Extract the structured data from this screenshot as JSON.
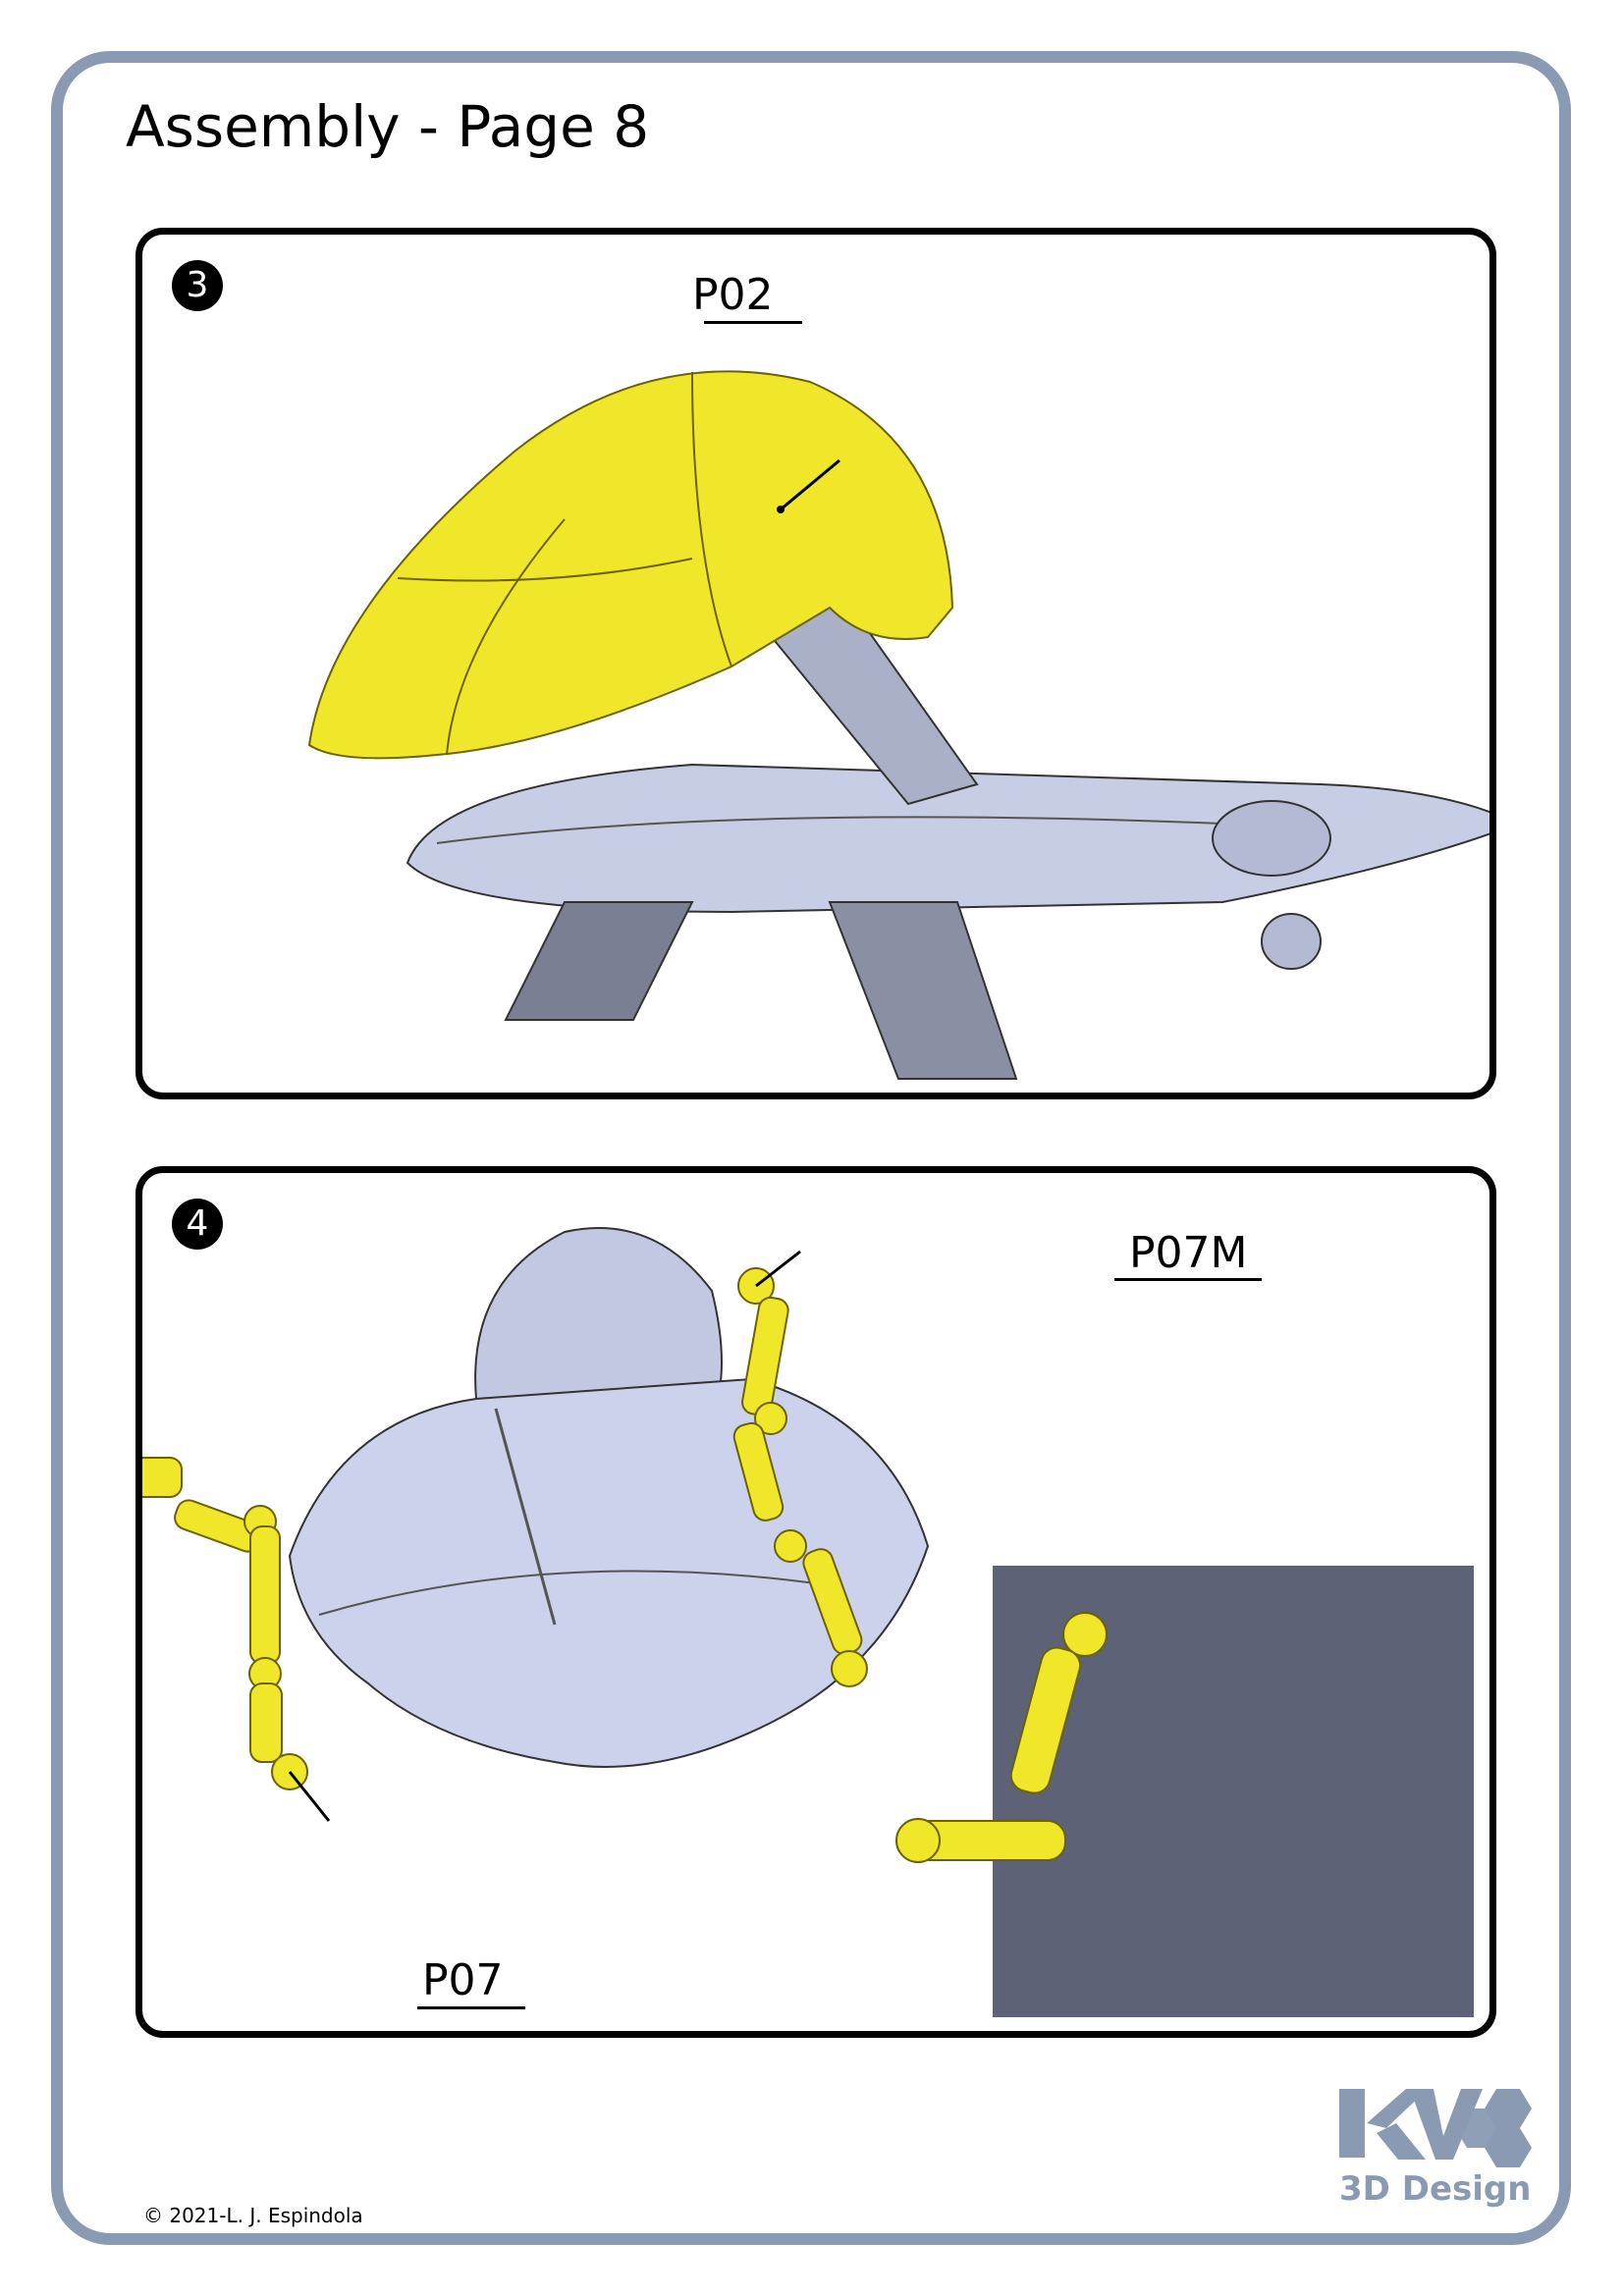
{
  "page": {
    "title": "Assembly - Page 8",
    "frame_color": "#8a9ab2",
    "footer": {
      "copyright": "© 2021-L. J. Espindola",
      "logo_mark": "KV",
      "logo_text": "3D Design"
    }
  },
  "steps": [
    {
      "number": "3",
      "callouts": [
        {
          "label": "P02",
          "part_color": "#f0e62a"
        }
      ],
      "illustration": "ship-hull-with-yellow-canopy-P02-above"
    },
    {
      "number": "4",
      "callouts": [
        {
          "label": "P07M",
          "part_color": "#f0e62a"
        },
        {
          "label": "P07",
          "part_color": "#f0e62a"
        }
      ],
      "illustration": "ship-underside-with-yellow-landing-legs-P07-P07M-plus-detail-inset"
    }
  ]
}
